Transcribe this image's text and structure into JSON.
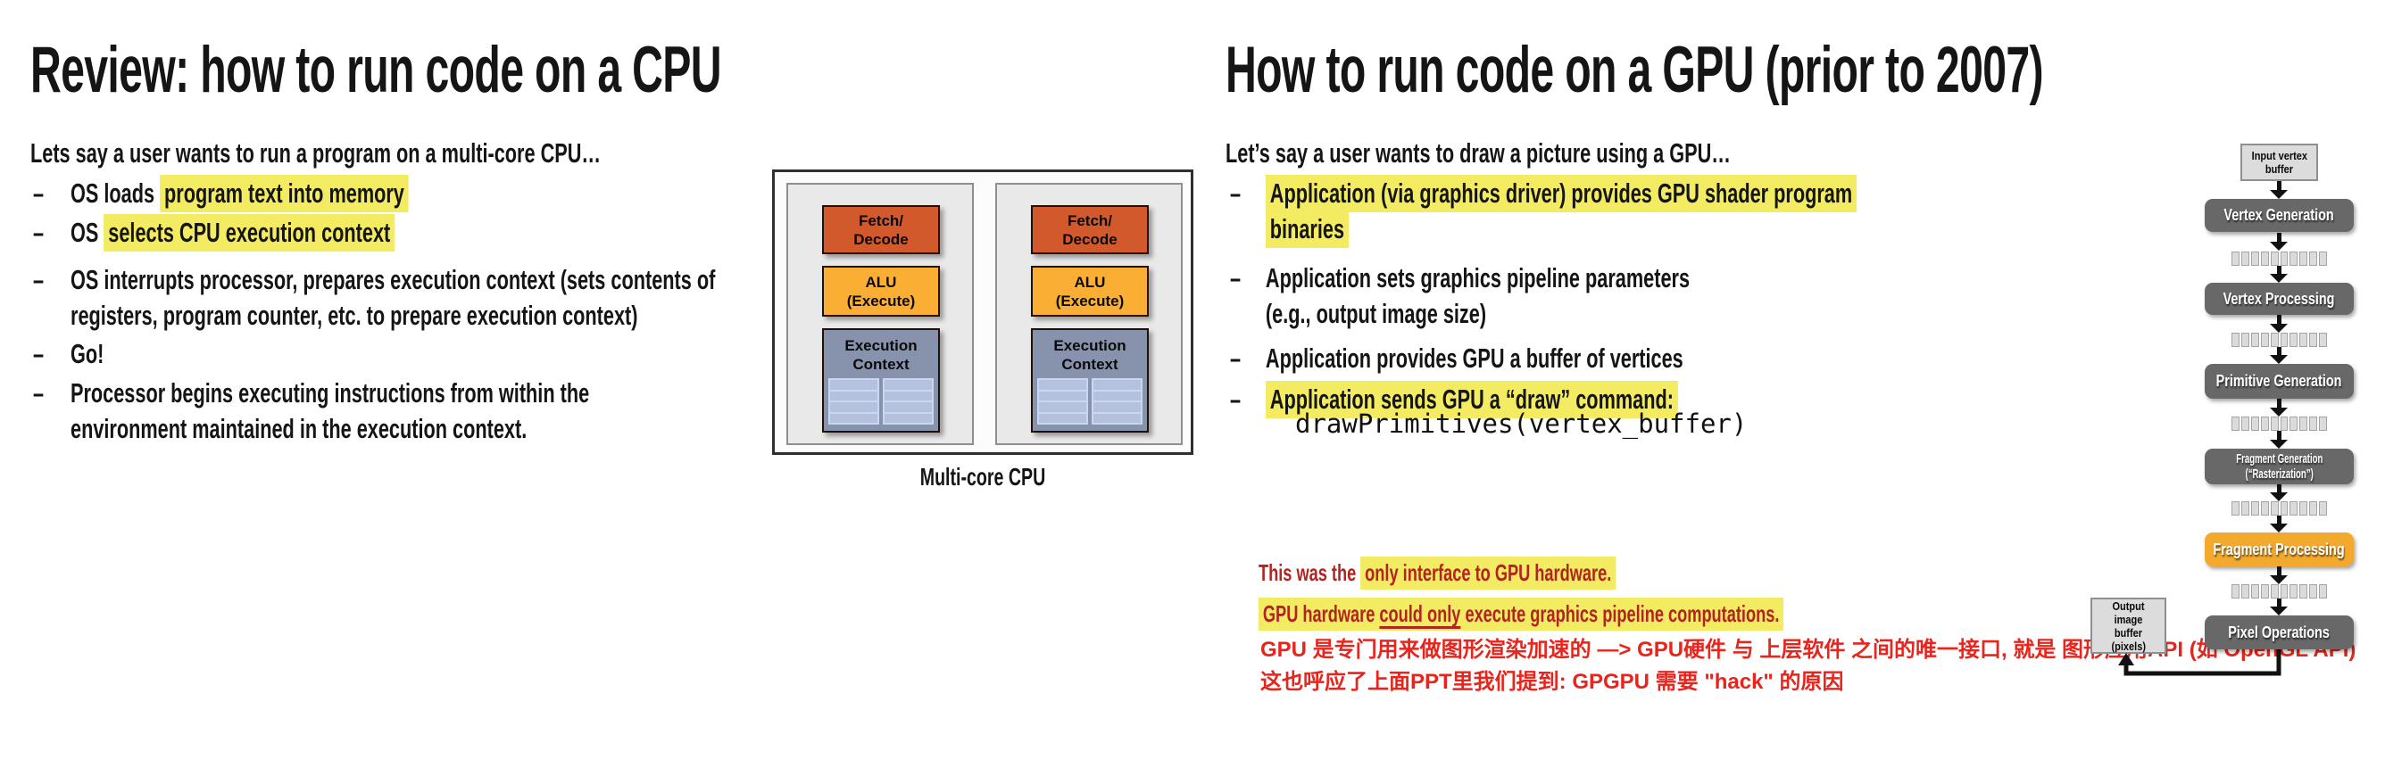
{
  "shared": {
    "dash": "–"
  },
  "left": {
    "title": "Review: how to run code on a CPU",
    "subtitle": "Lets say a user wants to run a program on a multi-core CPU…",
    "b1_pre": "OS loads ",
    "b1_hl": "program text into memory",
    "b2_pre": "OS ",
    "b2_hl": "selects CPU execution context",
    "b3_l1": "OS interrupts processor, prepares execution context (sets contents of",
    "b3_l2": "registers, program counter, etc. to prepare execution context)",
    "b4": "Go!",
    "b5_l1": "Processor begins executing instructions from within the",
    "b5_l2": "environment maintained in the execution context.",
    "diagram": {
      "fetch_l1": "Fetch/",
      "fetch_l2": "Decode",
      "alu_l1": "ALU",
      "alu_l2": "(Execute)",
      "ec_l1": "Execution",
      "ec_l2": "Context",
      "caption": "Multi-core CPU"
    }
  },
  "right": {
    "title": "How to run code on a GPU (prior to 2007)",
    "subtitle": "Let’s say a user wants to draw a picture using a GPU…",
    "b1_hl_l1": "Application (via graphics driver) provides GPU shader program",
    "b1_hl_l2": "binaries",
    "b2_l1": "Application sets graphics pipeline parameters",
    "b2_l2": "(e.g., output image size)",
    "b3": "Application provides GPU a buffer of vertices",
    "b4_hl": "Application sends GPU a “draw” command:",
    "code": "drawPrimitives(vertex_buffer)",
    "red1_pre": "This was the ",
    "red1_hl": "only interface to GPU hardware.",
    "red2_pre": "GPU hardware ",
    "red2_ul": "could only",
    "red2_post": " execute graphics pipeline computations.",
    "cn1": "GPU 是专门用来做图形渲染加速的 —> GPU硬件 与 上层软件 之间的唯一接口, 就是 图形应用API (如 OpenGL API)",
    "cn2": "这也呼应了上面PPT里我们提到: GPGPU 需要 \"hack\" 的原因"
  },
  "pipeline": {
    "input_l1": "Input vertex",
    "input_l2": "buffer",
    "stage_vertex_generation": "Vertex Generation",
    "stage_vertex_processing": "Vertex Processing",
    "stage_primitive_generation": "Primitive Generation",
    "stage_fragment_generation_l1": "Fragment Generation",
    "stage_fragment_generation_l2": "(“Rasterization”)",
    "stage_fragment_processing": "Fragment Processing",
    "stage_pixel_operations": "Pixel Operations",
    "output_l1": "Output image",
    "output_l2": "buffer",
    "output_l3": "(pixels)"
  },
  "colors": {
    "highlight_yellow": "#F3EC62",
    "red_dark": "#B2241F",
    "red_bright": "#E8251D",
    "fetch_orange": "#D2592B",
    "alu_yellow": "#FBAE34",
    "exec_context_slate": "#8793AC",
    "register_blue": "#B3C0DE",
    "core_gray": "#E9E9E9",
    "stage_gray": "#686868",
    "stage_highlight_yellow": "#F2A92E",
    "buffer_gray": "#DCDCDC"
  }
}
